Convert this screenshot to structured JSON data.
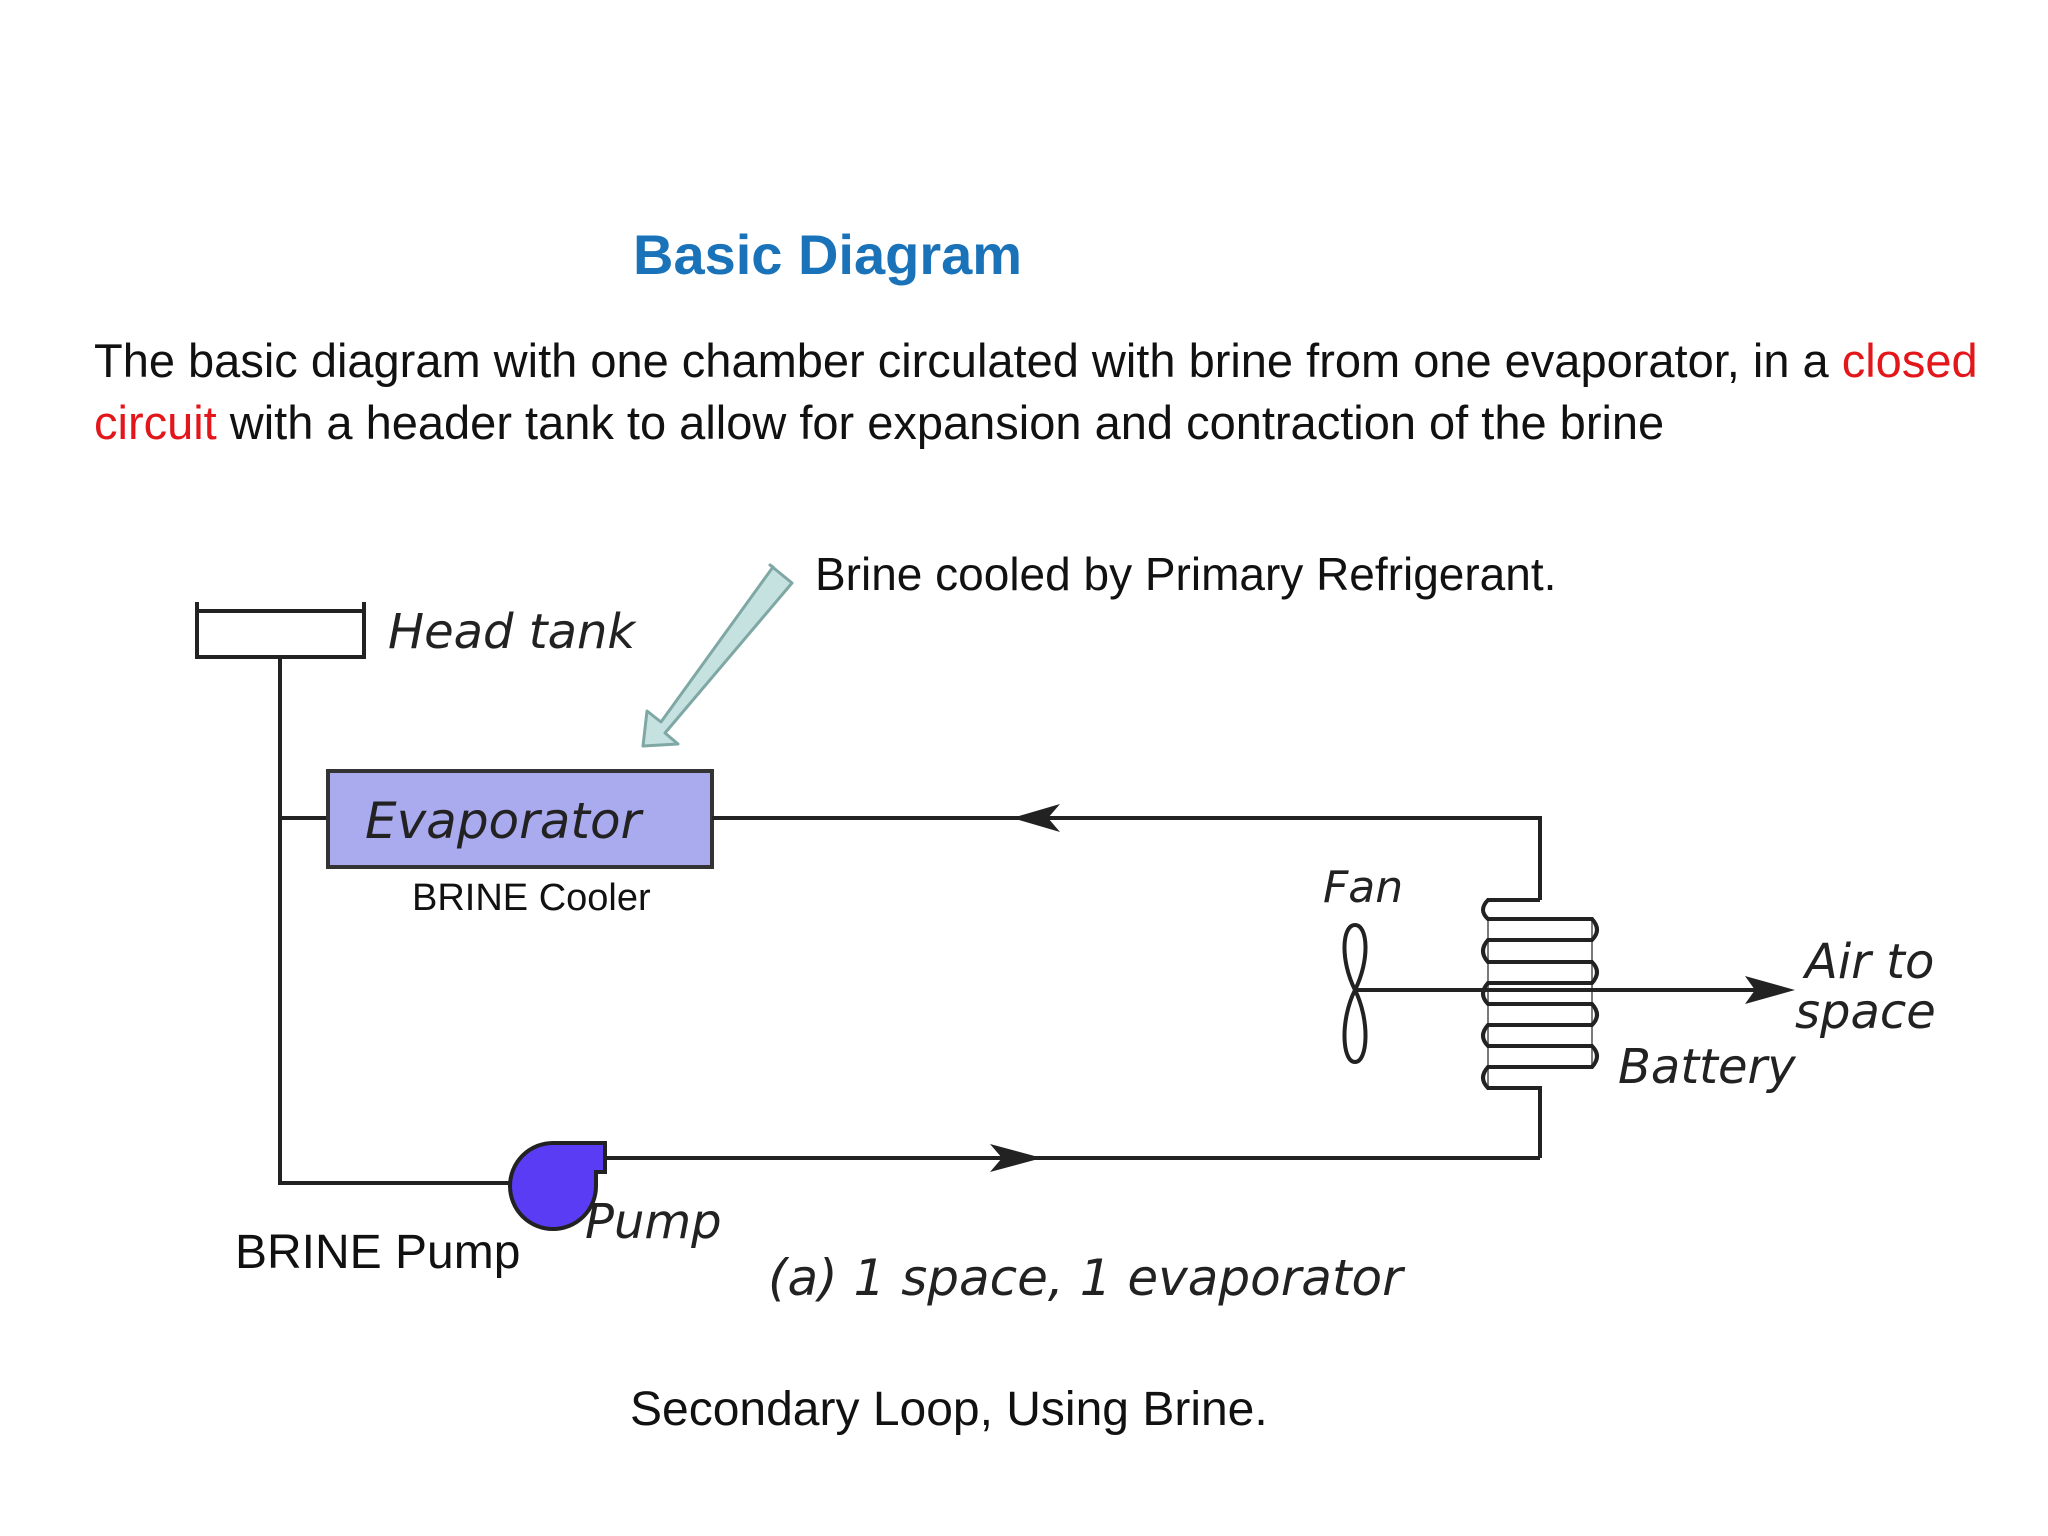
{
  "title": "Basic Diagram",
  "intro": {
    "part1": "The basic diagram with one chamber circulated with brine from one evaporator, in a ",
    "highlight": "closed circuit",
    "part2": " with a header tank to allow for expansion and contraction of the brine"
  },
  "labels": {
    "callout": "Brine cooled by Primary Refrigerant.",
    "head_tank": "Head tank",
    "evaporator": "Evaporator",
    "brine_cooler": "BRINE Cooler",
    "fan": "Fan",
    "air_to": "Air to",
    "space": "space",
    "battery": "Battery",
    "pump": "Pump",
    "brine_pump": "BRINE Pump",
    "subcaption": "(a)  1 space,  1 evaporator",
    "caption": "Secondary Loop, Using Brine."
  },
  "colors": {
    "title": "#1a73b9",
    "highlight": "#e3171b",
    "evaporator_fill": "#aaaaef",
    "pump_fill": "#5b3cf5",
    "callout_arrow_fill": "#c6e2e0",
    "callout_arrow_stroke": "#7fa8a4"
  }
}
